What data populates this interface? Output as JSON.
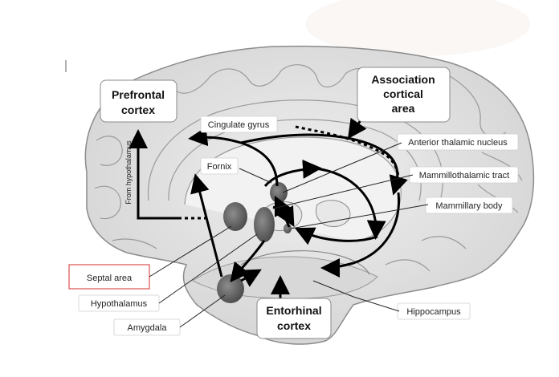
{
  "diagram": {
    "boxes": {
      "prefrontal": [
        "Prefrontal",
        "cortex"
      ],
      "association": [
        "Association",
        "cortical",
        "area"
      ],
      "entorhinal": [
        "Entorhinal",
        "cortex"
      ]
    },
    "labels": {
      "cingulate_gyrus": "Cingulate gyrus",
      "fornix": "Fornix",
      "from_hypothalamus": "From hypothalamus",
      "anterior_thalamic_nucleus": "Anterior thalamic nucleus",
      "mammillothalamic_tract": "Mammillothalamic tract",
      "mammillary_body": "Mammillary body",
      "septal_area": "Septal area",
      "hypothalamus": "Hypothalamus",
      "amygdala": "Amygdala",
      "hippocampus": "Hippocampus"
    },
    "colors": {
      "septal_box_border": "#d9534f",
      "brain_fill": "#e4e4e4",
      "nucleus_fill": "#6f6f6f",
      "arrow": "#000000"
    }
  }
}
